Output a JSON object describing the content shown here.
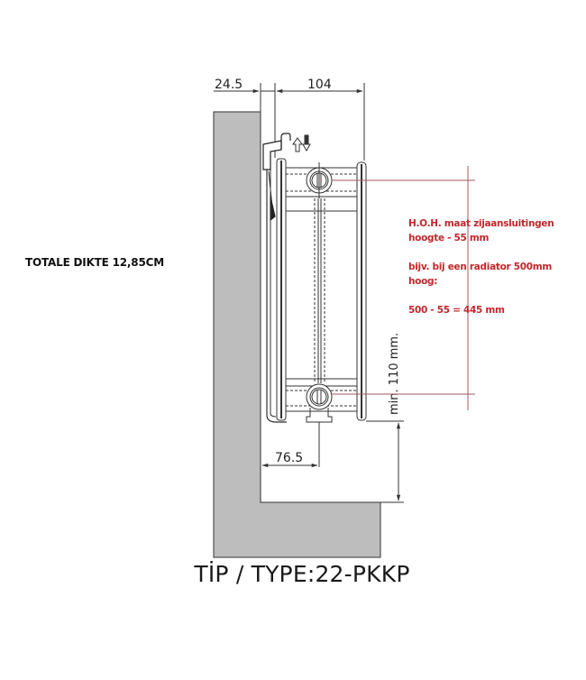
{
  "diagram": {
    "title": "TİP / TYPE:22-PKKP",
    "total_thickness_note": "TOTALE DIKTE 12,85CM",
    "dimensions": {
      "wall_to_bracket": "24.5",
      "radiator_depth": "104",
      "wall_to_connection": "76.5",
      "min_floor_clearance": "min. 110 mm."
    },
    "annotation": {
      "line1": "H.O.H. maat zijaansluitingen",
      "line2": "hoogte - 55 mm",
      "line3": "bijv. bij een radiator 500mm",
      "line4": "hoog:",
      "line5": "500 - 55 = 445 mm"
    },
    "colors": {
      "wall_fill": "#bdbdbd",
      "line": "#333333",
      "annotation_red": "#c0282d",
      "guide_line": "#a35a60"
    },
    "icons": {
      "flow_up": "up-arrow-icon",
      "flow_down": "down-arrow-icon"
    }
  }
}
